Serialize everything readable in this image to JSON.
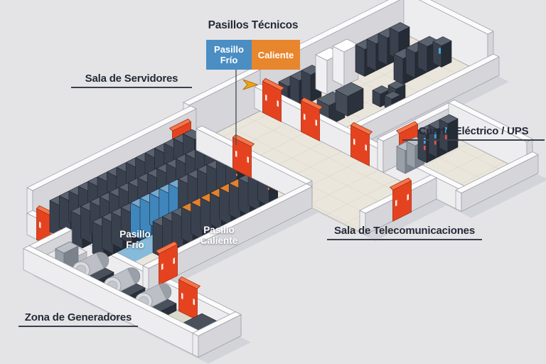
{
  "title": "Pasillos Técnicos",
  "legend": {
    "cold_line1": "Pasillo",
    "cold_line2": "Frío",
    "hot_label": "Caliente"
  },
  "zones": {
    "server_room": "Sala de Servidores",
    "electrical_room": "Cuarto Eléctrico / UPS",
    "telecom_room": "Sala de Telecomunicaciones",
    "generator_zone": "Zona de Generadores"
  },
  "aisles": {
    "cold_line1": "Pasillo",
    "cold_line2": "Frío",
    "hot_line1": "Pasillo",
    "hot_line2": "Caliente"
  },
  "colors": {
    "background": "#e4e4e7",
    "wall_top": "#fbfbfc",
    "wall_light": "#ededf0",
    "wall_shade": "#d5d5da",
    "wall_outline": "#9b9da5",
    "floor_tile": "#eae6dc",
    "floor_line": "#d7d2c5",
    "floor_edge": "#b8b9b2",
    "floor_generator": "#dcd8cc",
    "door_red": "#e5431f",
    "door_red_top": "#f3764b",
    "door_dark": "#a72d10",
    "rack_top": "#5a626f",
    "rack_front": "#3a414e",
    "rack_side": "#262c36",
    "rack_blue_top": "#74a9d1",
    "rack_blue_front": "#3f86bc",
    "rack_blue_side": "#2a5f90",
    "rack_orange_top": "#e2812e",
    "cabinet_white_top": "#ffffff",
    "cabinet_white_front": "#f0f0f2",
    "cabinet_white_side": "#d5d5d9",
    "cabinet_grey_top": "#bcc1c7",
    "cabinet_grey_front": "#99a0a8",
    "cabinet_grey_side": "#7c828b",
    "generator_body": "#bcc0c6",
    "generator_cap": "#d9dbdf",
    "generator_base": "#3c434e",
    "aisle_cold_floor": "#7fb7d9",
    "aisle_hot_floor": "#e8873a",
    "legend_cold": "#4a8ec3",
    "legend_hot": "#e8862d",
    "led_blue": "#4aa3e0",
    "led_amber": "#e8923a",
    "led_red": "#e05545",
    "arrow_orange": "#f0a11c",
    "shadow": "#a9abb7",
    "label_text": "#242a36"
  }
}
